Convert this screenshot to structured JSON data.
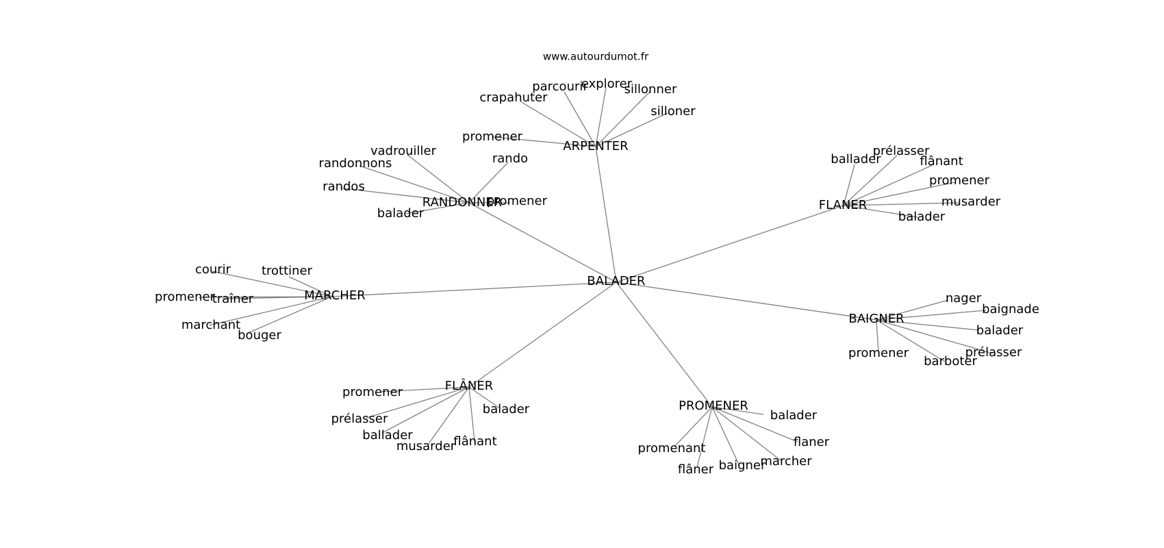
{
  "source": "www.autourdumot.fr",
  "colors": {
    "edge": "#808080",
    "text": "#000000",
    "background": "#ffffff"
  },
  "graph": {
    "root": "BALADER",
    "hubs": [
      {
        "id": "arpenter",
        "label": "ARPENTER",
        "leaves": [
          "crapahuter",
          "parcourir",
          "explorer",
          "sillonner",
          "silloner",
          "promener"
        ]
      },
      {
        "id": "randonner",
        "label": "RANDONNER",
        "leaves": [
          "vadrouiller",
          "randonnons",
          "randos",
          "balader",
          "rando",
          "promener"
        ]
      },
      {
        "id": "flaner",
        "label": "FLANER",
        "leaves": [
          "ballader",
          "prélasser",
          "flânant",
          "promener",
          "musarder",
          "balader"
        ]
      },
      {
        "id": "marcher",
        "label": "MARCHER",
        "leaves": [
          "courir",
          "trottiner",
          "promener",
          "traîner",
          "marchant",
          "bouger"
        ]
      },
      {
        "id": "baigner",
        "label": "BAIGNER",
        "leaves": [
          "nager",
          "baignade",
          "balader",
          "prélasser",
          "barboter",
          "promener"
        ]
      },
      {
        "id": "flaner-accent",
        "label": "FLÂNER",
        "leaves": [
          "promener",
          "prélasser",
          "ballader",
          "musarder",
          "flânant",
          "balader"
        ]
      },
      {
        "id": "promener",
        "label": "PROMENER",
        "leaves": [
          "balader",
          "flaner",
          "marcher",
          "baigner",
          "flâner",
          "promenant"
        ]
      }
    ]
  }
}
